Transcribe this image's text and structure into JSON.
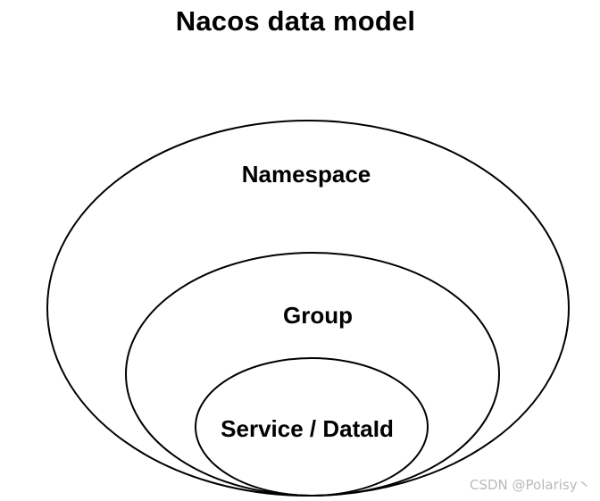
{
  "diagram": {
    "title": "Nacos data model",
    "levels": [
      {
        "label": "Namespace"
      },
      {
        "label": "Group"
      },
      {
        "label": "Service / DataId"
      }
    ]
  },
  "watermark": "CSDN @Polarisy丶"
}
